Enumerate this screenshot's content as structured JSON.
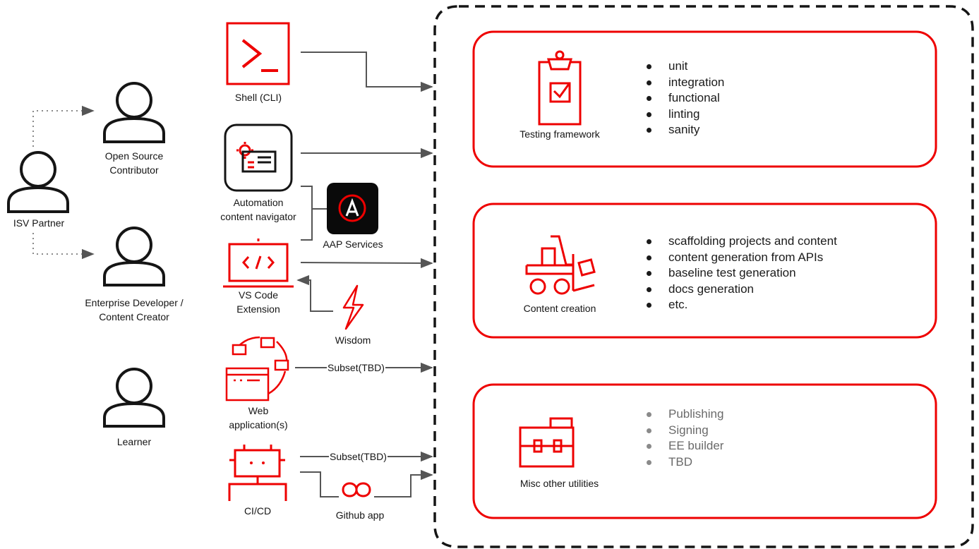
{
  "personas": {
    "isv_partner": "ISV Partner",
    "open_source_contributor": [
      "Open Source",
      "Contributor"
    ],
    "enterprise_developer": [
      "Enterprise Developer /",
      "Content Creator"
    ],
    "learner": "Learner"
  },
  "tools": {
    "shell": "Shell (CLI)",
    "navigator": [
      "Automation",
      "content navigator"
    ],
    "aap_services": "AAP Services",
    "vscode": [
      "VS Code",
      "Extension"
    ],
    "wisdom": "Wisdom",
    "web_app": [
      "Web",
      "application(s)"
    ],
    "cicd": "CI/CD",
    "github_app": "Github app"
  },
  "edges": {
    "web_subset": "Subset(TBD)",
    "cicd_subset": "Subset(TBD)"
  },
  "panels": {
    "testing": {
      "title": "Testing framework",
      "items": [
        "unit",
        "integration",
        "functional",
        "linting",
        "sanity"
      ]
    },
    "content": {
      "title": "Content  creation",
      "items": [
        "scaffolding projects and content",
        "content generation from APIs",
        "baseline test generation",
        "docs generation",
        "etc."
      ]
    },
    "misc": {
      "title": "Misc other utilities",
      "items": [
        "Publishing",
        "Signing",
        "EE builder",
        "TBD"
      ]
    }
  },
  "colors": {
    "accent_red": "#ee0000",
    "dark": "#151515",
    "connector": "#555555",
    "muted_text": "#6a6a6a"
  },
  "icons": [
    "person-icon",
    "terminal-icon",
    "navigator-icon",
    "ansible-logo-icon",
    "code-laptop-icon",
    "lightning-icon",
    "web-app-icon",
    "robot-icon",
    "infinity-icon",
    "clipboard-check-icon",
    "forklift-icon",
    "toolbox-icon"
  ]
}
